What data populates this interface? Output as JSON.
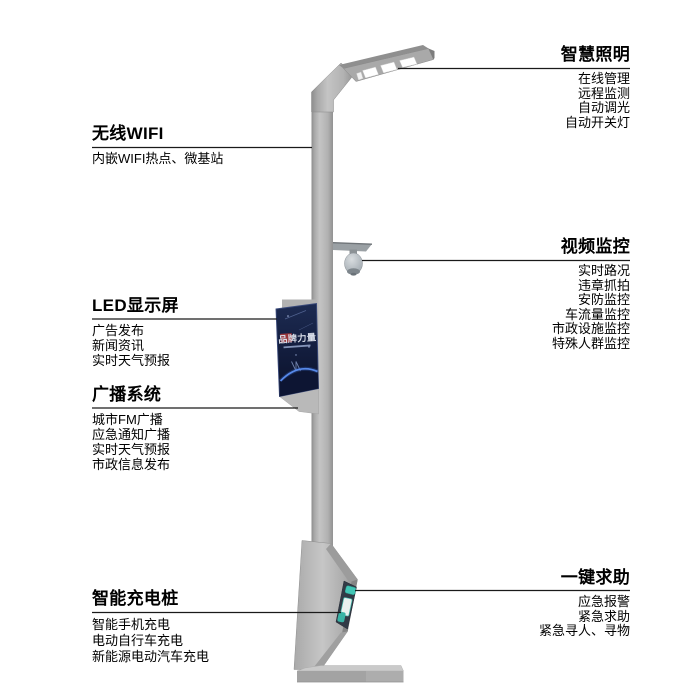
{
  "left_sections": [
    {
      "title": "无线WIFI",
      "items": [
        "内嵌WIFI热点、微基站"
      ]
    },
    {
      "title": "LED显示屏",
      "items": [
        "广告发布",
        "新闻资讯",
        "实时天气预报"
      ]
    },
    {
      "title": "广播系统",
      "items": [
        "城市FM广播",
        "应急通知广播",
        "实时天气预报",
        "市政信息发布"
      ]
    },
    {
      "title": "智能充电桩",
      "items": [
        "智能手机充电",
        "电动自行车充电",
        "新能源电动汽车充电"
      ]
    }
  ],
  "right_sections": [
    {
      "title": "智慧照明",
      "items": [
        "在线管理",
        "远程监测",
        "自动调光",
        "自动开关灯"
      ]
    },
    {
      "title": "视频监控",
      "items": [
        "实时路况",
        "违章抓拍",
        "安防监控",
        "车流量监控",
        "市政设施监控",
        "特殊人群监控"
      ]
    },
    {
      "title": "一键求助",
      "items": [
        "应急报警",
        "紧急求助",
        "紧急寻人、寻物"
      ]
    }
  ],
  "pole_screen": {
    "title": "品牌力量"
  },
  "colors": {
    "leader_line": "#1a1a1a",
    "pole_gray": "#b0b0b0",
    "screen_navy": "#141e3c",
    "screen_glow_blue": "#5b8ef0",
    "charge_panel_teal": "#42c6b6"
  }
}
